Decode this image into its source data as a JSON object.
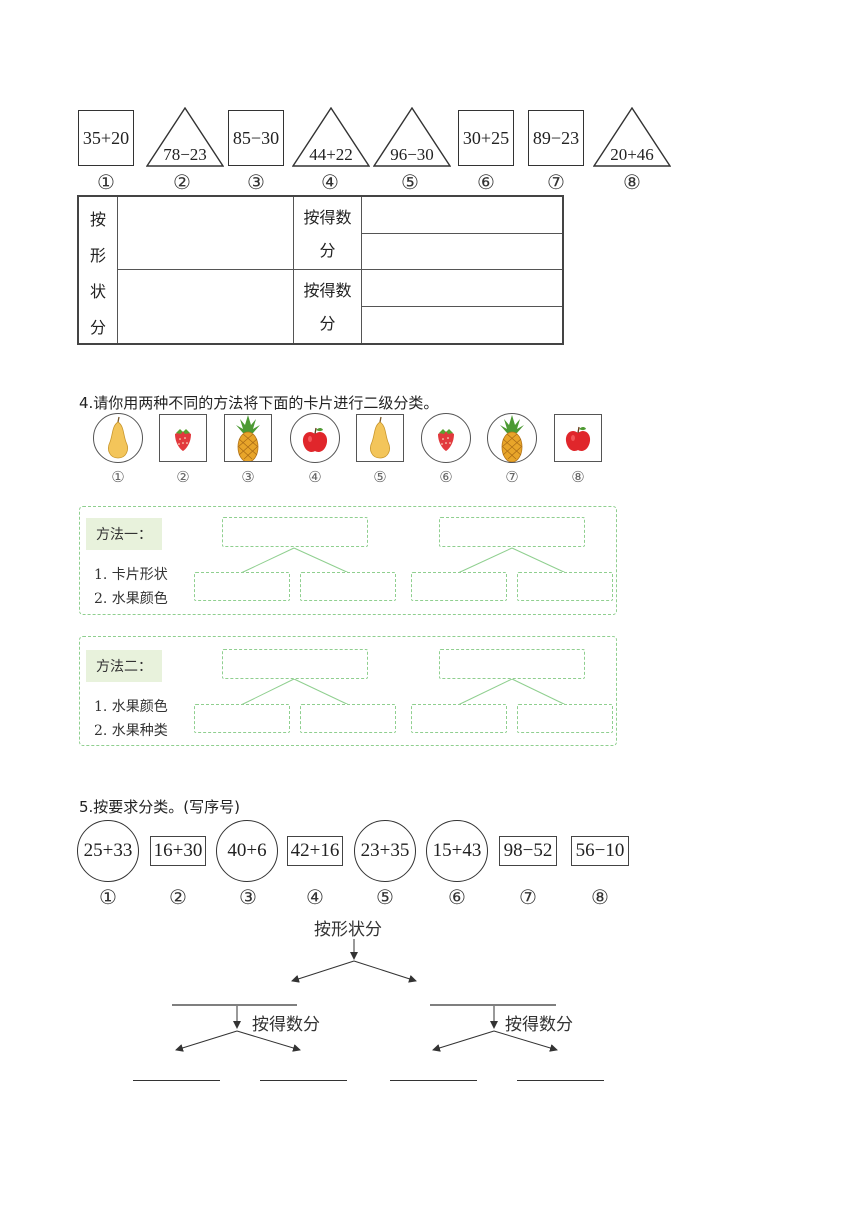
{
  "section3": {
    "shapes": [
      {
        "kind": "square",
        "expr": "35+20",
        "num": "①"
      },
      {
        "kind": "triangle",
        "expr": "78−23",
        "num": "②"
      },
      {
        "kind": "square",
        "expr": "85−30",
        "num": "③"
      },
      {
        "kind": "triangle",
        "expr": "44+22",
        "num": "④"
      },
      {
        "kind": "triangle",
        "expr": "96−30",
        "num": "⑤"
      },
      {
        "kind": "square",
        "expr": "30+25",
        "num": "⑥"
      },
      {
        "kind": "square",
        "expr": "89−23",
        "num": "⑦"
      },
      {
        "kind": "triangle",
        "expr": "20+46",
        "num": "⑧"
      }
    ],
    "table": {
      "row_header_chars": [
        "按",
        "形",
        "状",
        "分"
      ],
      "sub_header_line1": "按得数",
      "sub_header_line2": "分"
    }
  },
  "section4": {
    "title": "4.请你用两种不同的方法将下面的卡片进行二级分类。",
    "cards": [
      {
        "shape": "circle",
        "fruit": "pear",
        "num": "①"
      },
      {
        "shape": "square",
        "fruit": "strawberry",
        "num": "②"
      },
      {
        "shape": "square",
        "fruit": "pineapple",
        "num": "③"
      },
      {
        "shape": "circle",
        "fruit": "apple",
        "num": "④"
      },
      {
        "shape": "square",
        "fruit": "pear",
        "num": "⑤"
      },
      {
        "shape": "circle",
        "fruit": "strawberry",
        "num": "⑥"
      },
      {
        "shape": "circle",
        "fruit": "pineapple",
        "num": "⑦"
      },
      {
        "shape": "square",
        "fruit": "apple",
        "num": "⑧"
      }
    ],
    "method1": {
      "tag": "方法一：",
      "line1": "1. 卡片形状",
      "line2": "2. 水果颜色"
    },
    "method2": {
      "tag": "方法二：",
      "line1": "1. 水果颜色",
      "line2": "2. 水果种类"
    },
    "colors": {
      "dashed_green": "#8fcf8f",
      "tag_bg": "#e8f2dc"
    }
  },
  "section5": {
    "title": "5.按要求分类。(写序号)",
    "items": [
      {
        "kind": "circle",
        "expr": "25+33",
        "num": "①"
      },
      {
        "kind": "square",
        "expr": "16+30",
        "num": "②"
      },
      {
        "kind": "circle",
        "expr": "40+6",
        "num": "③"
      },
      {
        "kind": "square",
        "expr": "42+16",
        "num": "④"
      },
      {
        "kind": "circle",
        "expr": "23+35",
        "num": "⑤"
      },
      {
        "kind": "circle",
        "expr": "15+43",
        "num": "⑥"
      },
      {
        "kind": "square",
        "expr": "98−52",
        "num": "⑦"
      },
      {
        "kind": "square",
        "expr": "56−10",
        "num": "⑧"
      }
    ],
    "tree": {
      "root": "按形状分",
      "left_branch": "按得数分",
      "right_branch": "按得数分"
    }
  }
}
